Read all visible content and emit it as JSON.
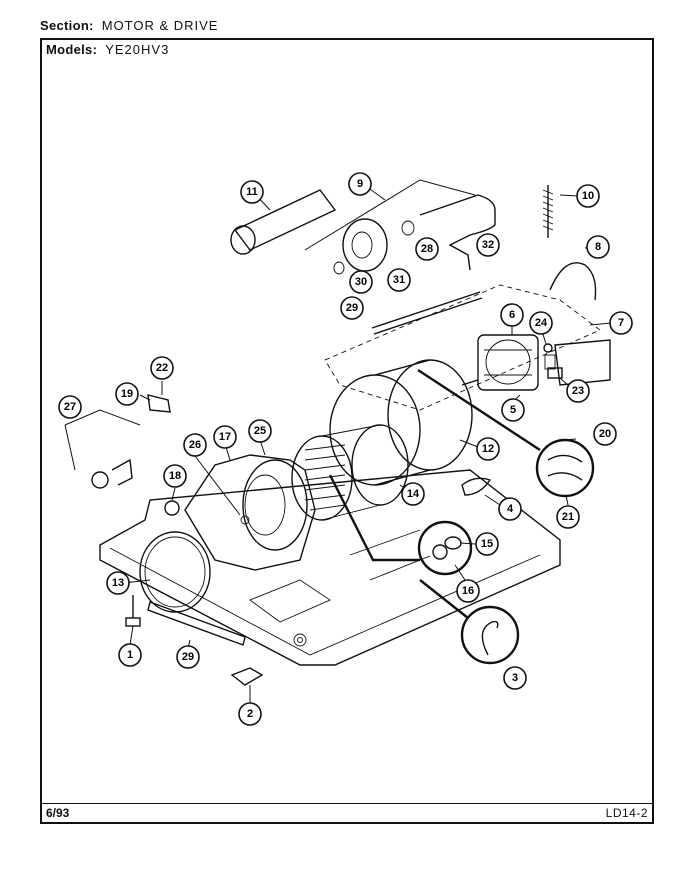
{
  "header": {
    "section_label": "Section:",
    "section_value": "MOTOR & DRIVE",
    "models_label": "Models:",
    "models_value": "YE20HV3"
  },
  "footer": {
    "date": "6/93",
    "code": "LD14-2"
  },
  "callouts": [
    "1",
    "2",
    "3",
    "4",
    "5",
    "6",
    "7",
    "8",
    "9",
    "10",
    "11",
    "12",
    "13",
    "14",
    "15",
    "16",
    "17",
    "18",
    "19",
    "20",
    "21",
    "22",
    "23",
    "24",
    "25",
    "26",
    "27",
    "28",
    "29",
    "29",
    "30",
    "31",
    "32"
  ]
}
